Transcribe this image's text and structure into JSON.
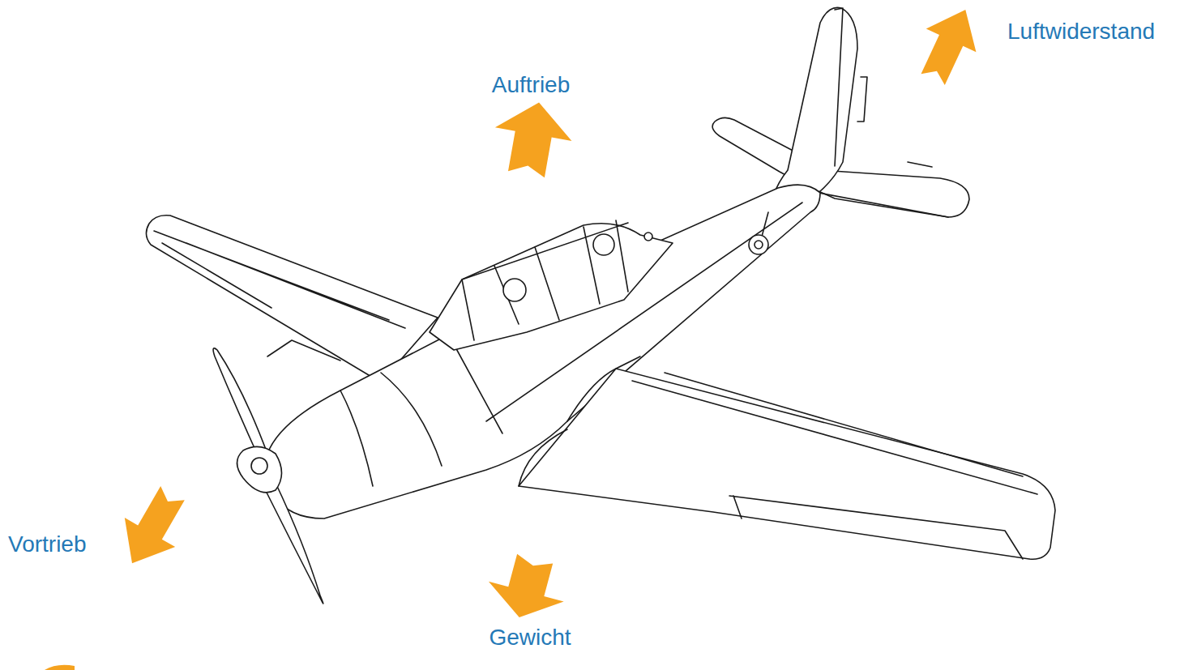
{
  "diagram": {
    "labels": [
      "Luftwiderstand",
      "Auftrieb",
      "Vortrieb",
      "Gewicht"
    ]
  }
}
